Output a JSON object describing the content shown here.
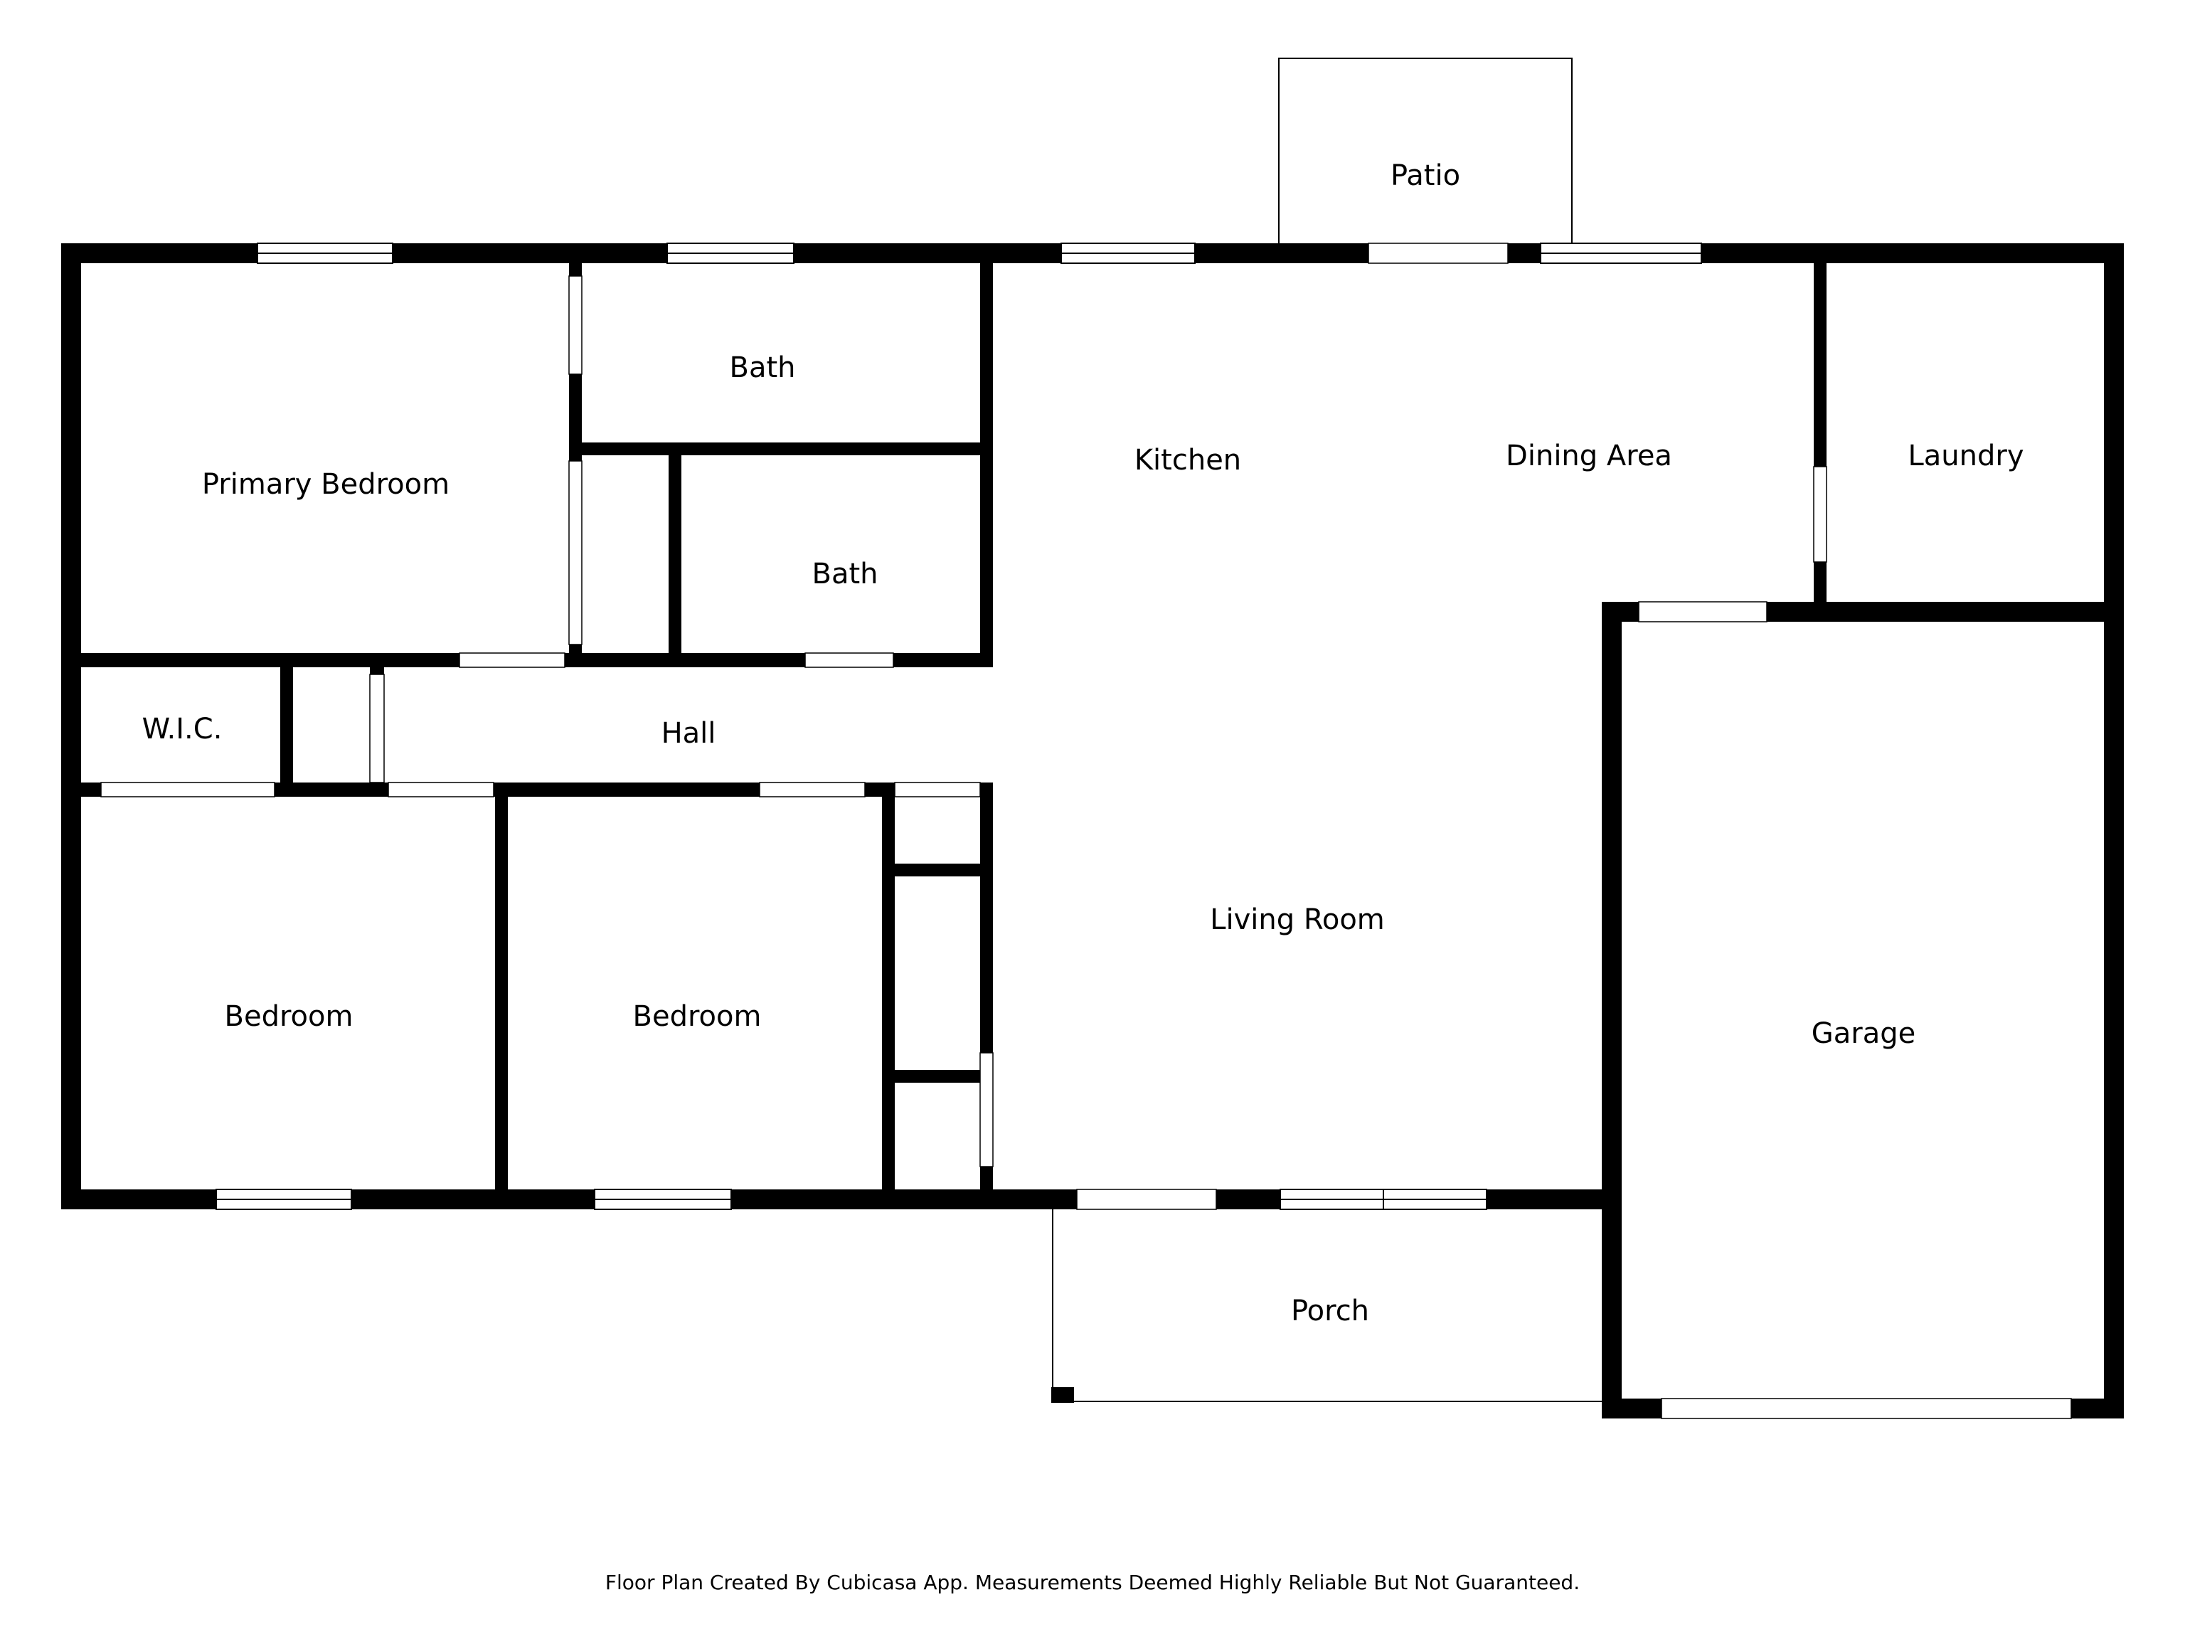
{
  "plan": {
    "wall_color": "#000000",
    "background_color": "#ffffff",
    "rooms": {
      "patio": "Patio",
      "primary_bedroom": "Primary Bedroom",
      "bath_upper": "Bath",
      "bath_lower": "Bath",
      "kitchen": "Kitchen",
      "dining_area": "Dining Area",
      "laundry": "Laundry",
      "wic": "W.I.C.",
      "hall": "Hall",
      "living_room": "Living Room",
      "bedroom_left": "Bedroom",
      "bedroom_middle": "Bedroom",
      "garage": "Garage",
      "porch": "Porch"
    },
    "footer": "Floor Plan Created By Cubicasa App. Measurements Deemed Highly Reliable But Not Guaranteed."
  }
}
